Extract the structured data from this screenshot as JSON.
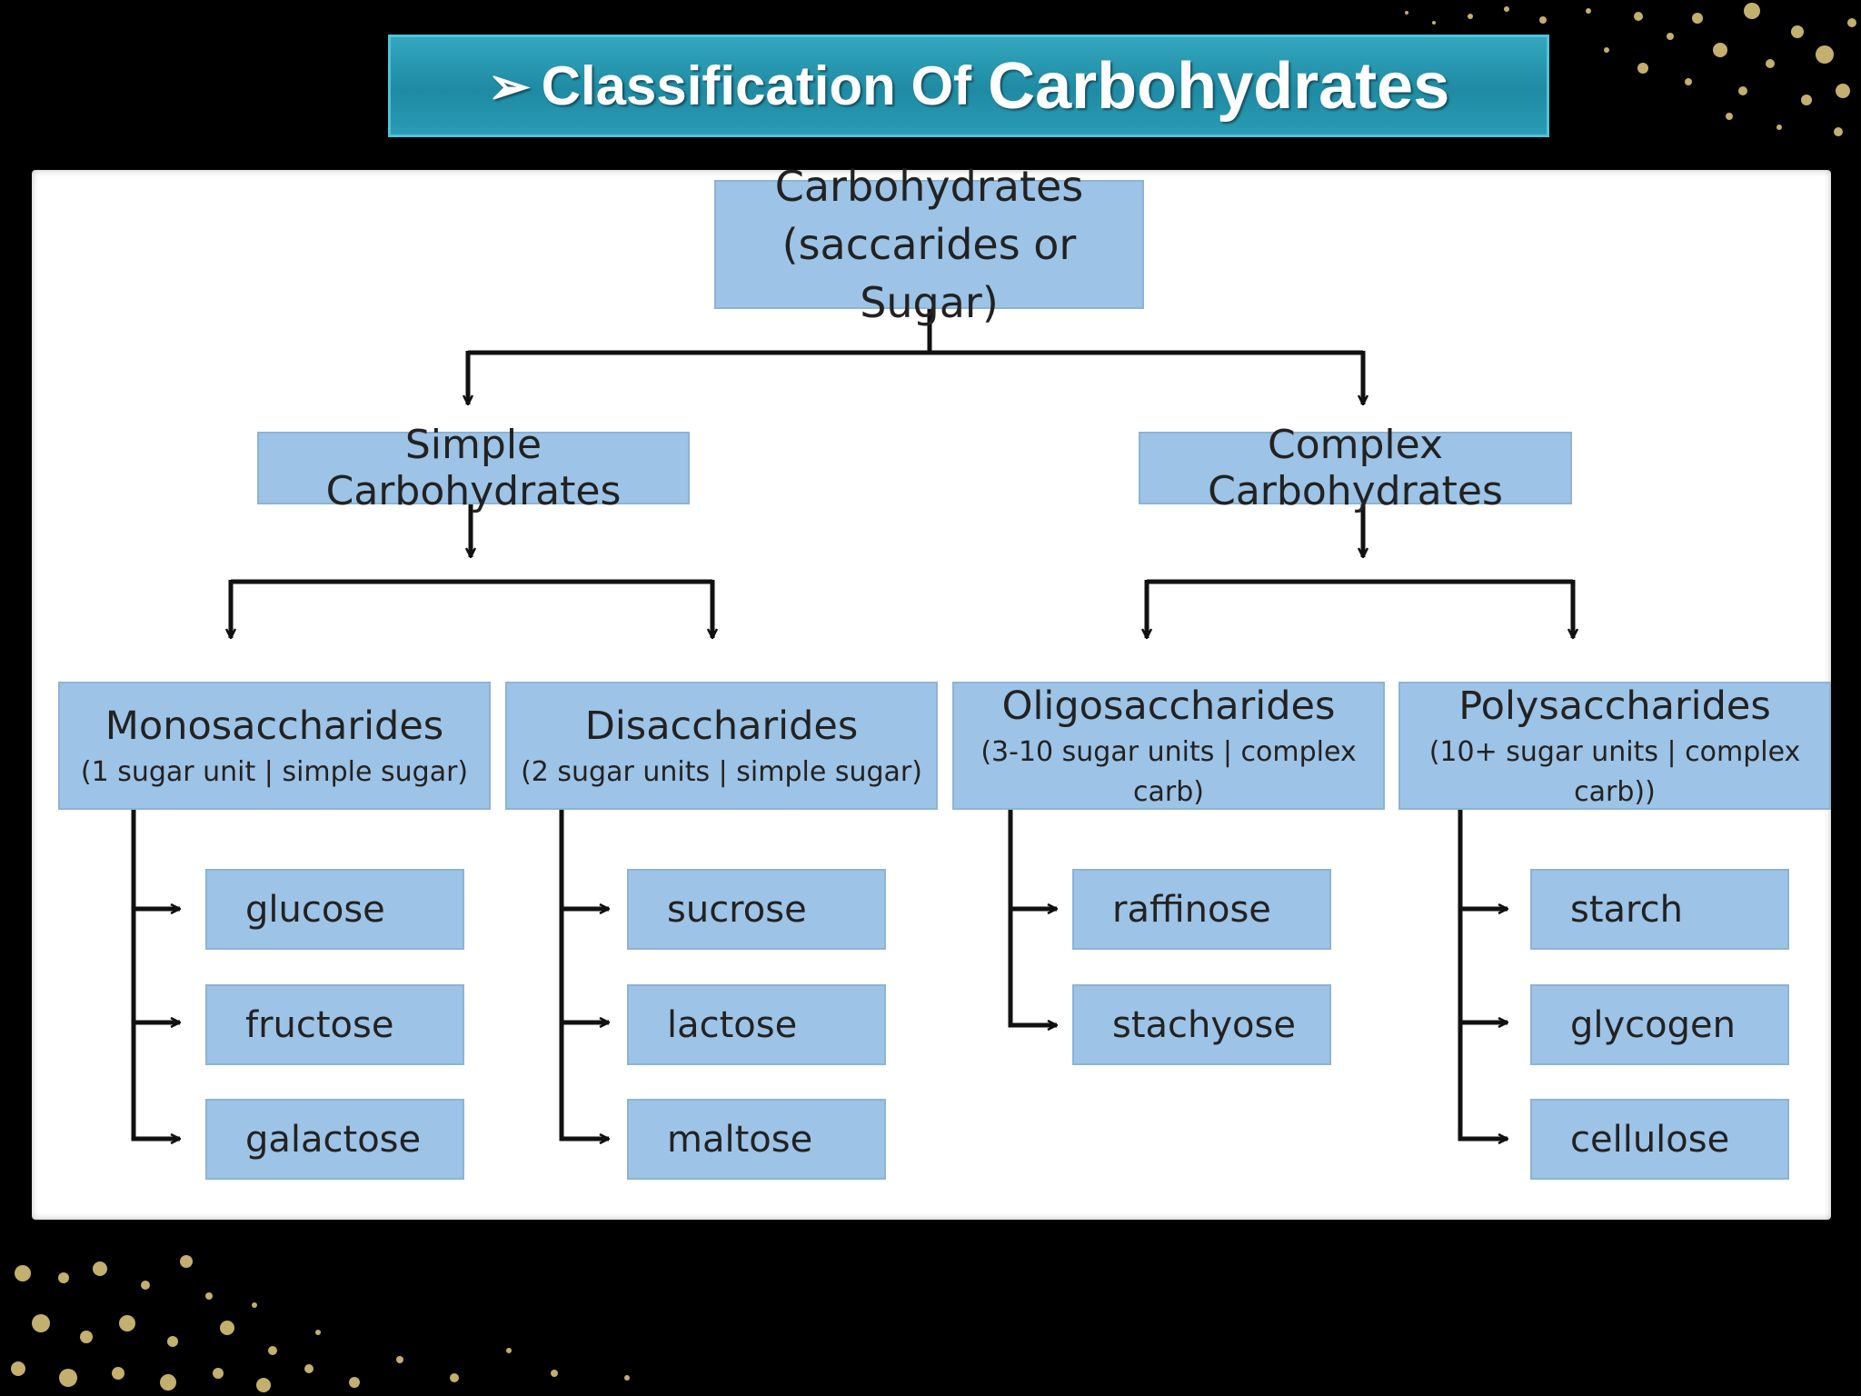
{
  "title": {
    "bullet": "➢",
    "part1": "Classification Of",
    "part2": "Carbohydrates"
  },
  "diagram": {
    "root": {
      "line1": "Carbohydrates",
      "line2": "(saccarides or Sugar)"
    },
    "simple": {
      "label": "Simple Carbohydrates",
      "categories": [
        {
          "name": "Monosaccharides",
          "sub": "(1 sugar unit | simple sugar)",
          "items": [
            "glucose",
            "fructose",
            "galactose"
          ]
        },
        {
          "name": "Disaccharides",
          "sub": "(2 sugar units | simple sugar)",
          "items": [
            "sucrose",
            "lactose",
            "maltose"
          ]
        }
      ]
    },
    "complex": {
      "label": "Complex Carbohydrates",
      "categories": [
        {
          "name": "Oligosaccharides",
          "sub": "(3-10 sugar units | complex carb)",
          "items": [
            "raffinose",
            "stachyose"
          ]
        },
        {
          "name": "Polysaccharides",
          "sub": "(10+ sugar units | complex carb))",
          "items": [
            "starch",
            "glycogen",
            "cellulose"
          ]
        }
      ]
    }
  },
  "colors": {
    "box_fill": "#9dc3e6",
    "title_bar": "#2596b0",
    "glitter": "#d9c27a"
  }
}
